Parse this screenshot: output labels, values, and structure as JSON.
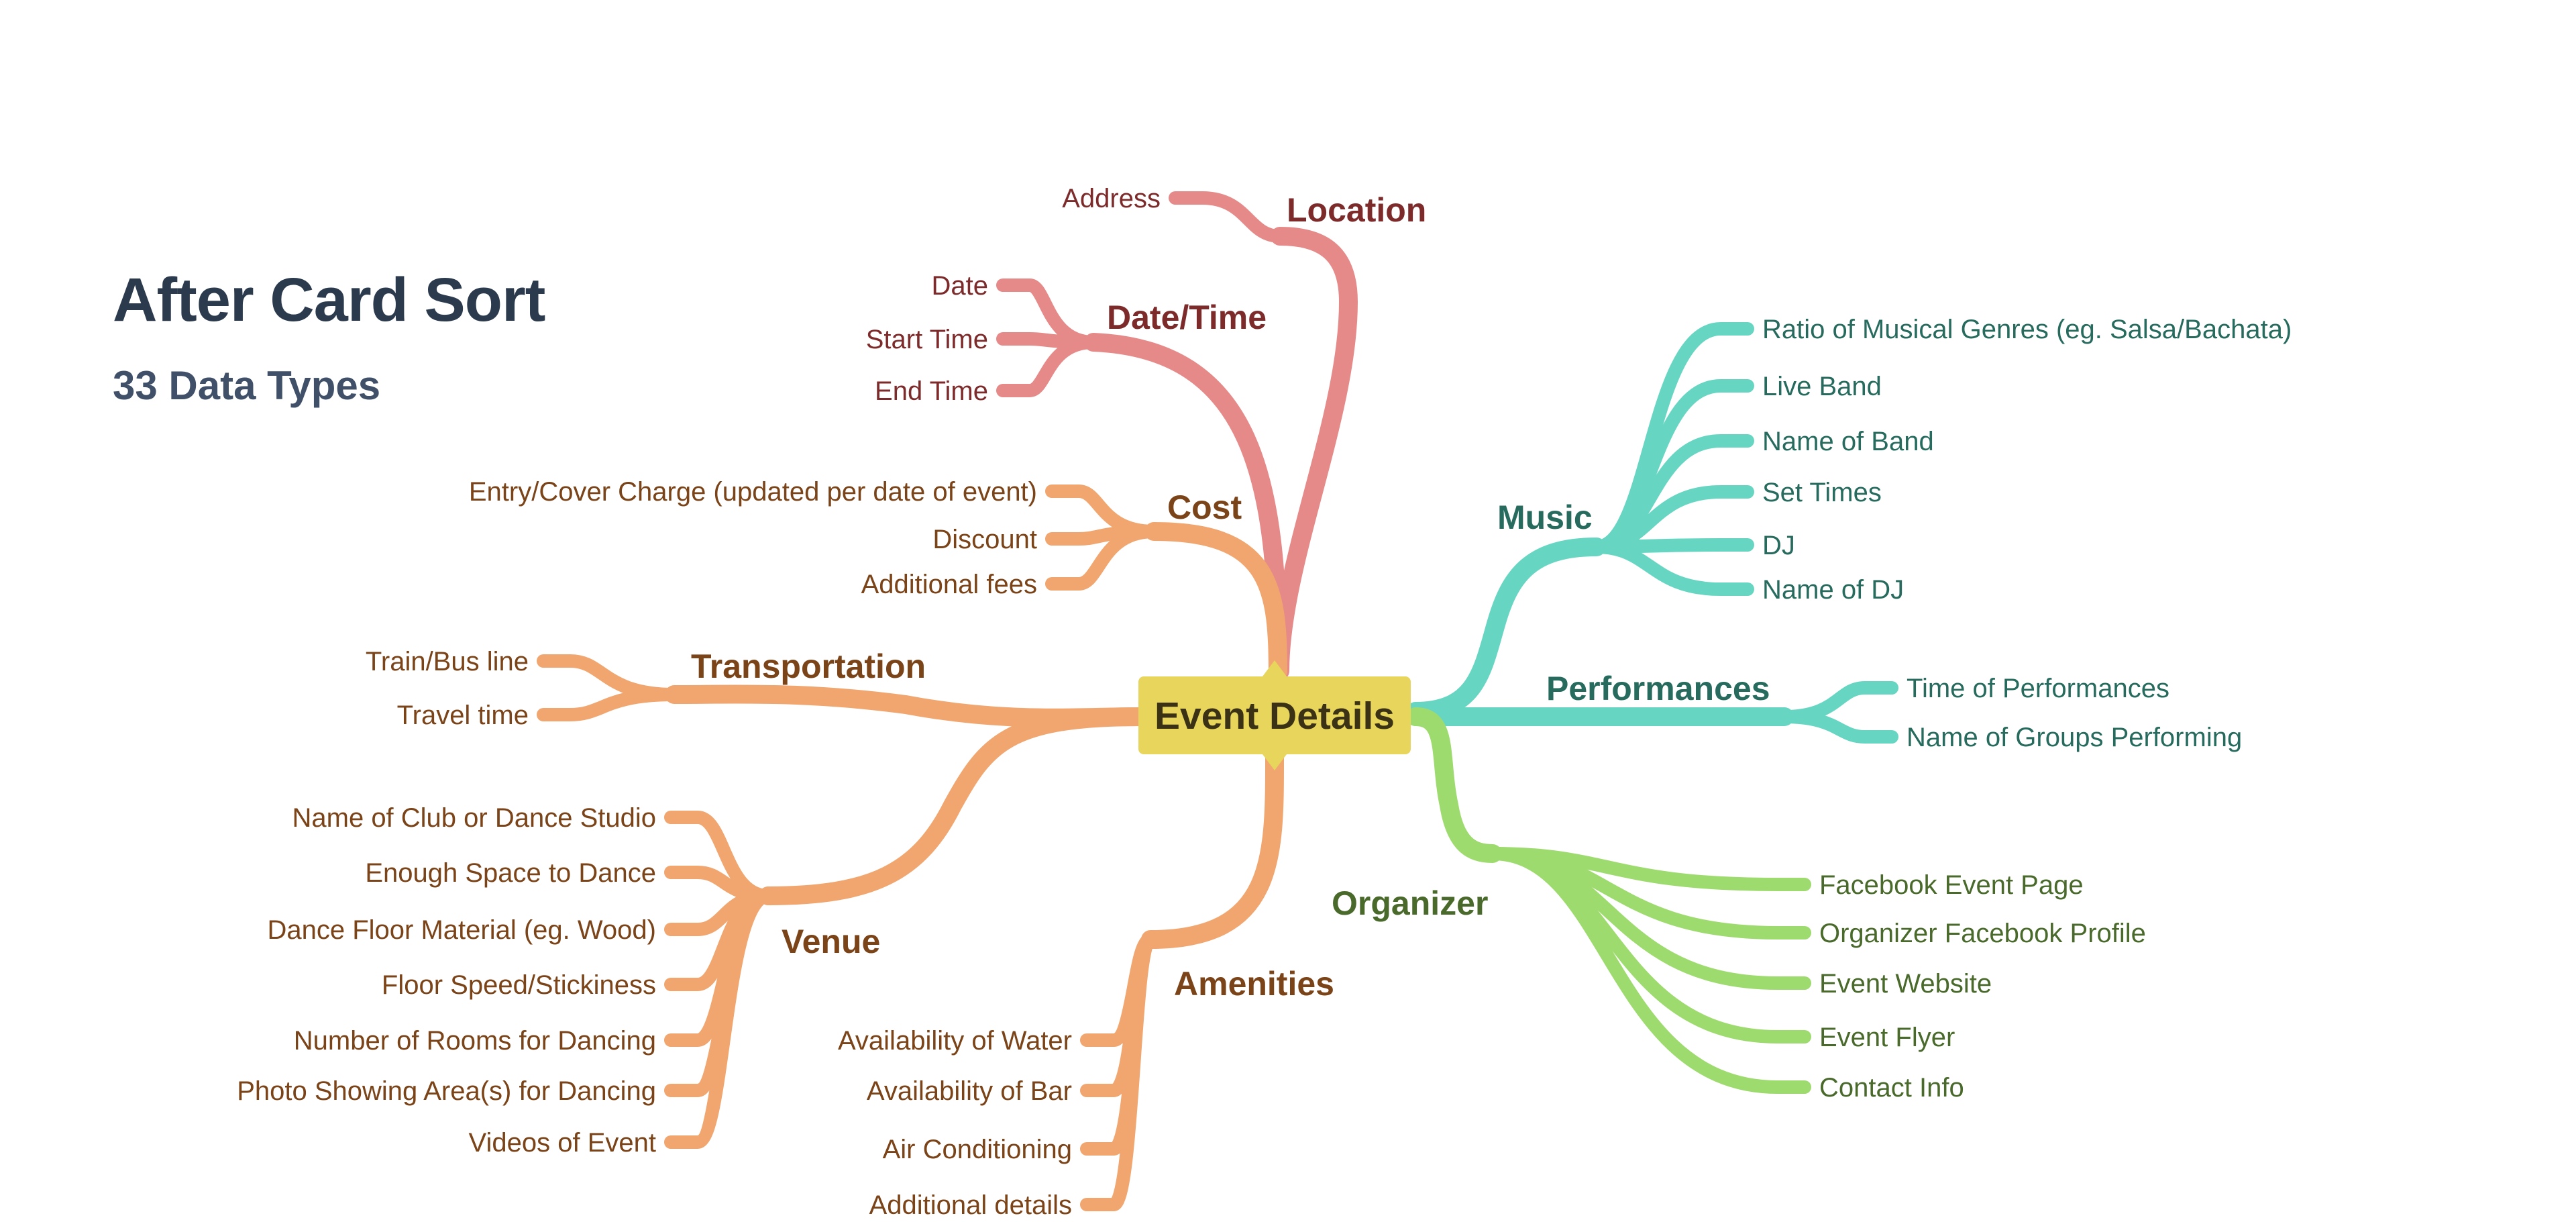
{
  "header": {
    "title": "After Card Sort",
    "subtitle": "33 Data Types"
  },
  "root": {
    "label": "Event Details",
    "color": "#e8d55c"
  },
  "branches": [
    {
      "id": "location",
      "label": "Location",
      "color": "#e58a88",
      "textColor": "#7d2a2a",
      "items": [
        "Address"
      ]
    },
    {
      "id": "datetime",
      "label": "Date/Time",
      "color": "#e58a88",
      "textColor": "#7d2a2a",
      "items": [
        "Date",
        "Start Time",
        "End Time"
      ]
    },
    {
      "id": "cost",
      "label": "Cost",
      "color": "#f0a66e",
      "textColor": "#7b4318",
      "items": [
        "Entry/Cover Charge (updated per date of event)",
        "Discount",
        "Additional fees"
      ]
    },
    {
      "id": "transportation",
      "label": "Transportation",
      "color": "#f0a66e",
      "textColor": "#7b4318",
      "items": [
        "Train/Bus line",
        "Travel time"
      ]
    },
    {
      "id": "venue",
      "label": "Venue",
      "color": "#f0a66e",
      "textColor": "#7b4318",
      "items": [
        "Name of Club or Dance Studio",
        "Enough Space to Dance",
        "Dance Floor Material (eg. Wood)",
        "Floor Speed/Stickiness",
        "Number of Rooms for Dancing",
        "Photo Showing Area(s) for Dancing",
        "Videos of Event"
      ]
    },
    {
      "id": "amenities",
      "label": "Amenities",
      "color": "#f0a66e",
      "textColor": "#7b4318",
      "items": [
        "Availability of Water",
        "Availability of Bar",
        "Air Conditioning",
        "Additional details"
      ]
    },
    {
      "id": "music",
      "label": "Music",
      "color": "#66d6c2",
      "textColor": "#276b5e",
      "items": [
        "Ratio of Musical Genres (eg. Salsa/Bachata)",
        "Live Band",
        "Name of Band",
        "Set Times",
        "DJ",
        "Name of DJ"
      ]
    },
    {
      "id": "performances",
      "label": "Performances",
      "color": "#66d6c2",
      "textColor": "#276b5e",
      "items": [
        "Time of Performances",
        "Name of Groups Performing"
      ]
    },
    {
      "id": "organizer",
      "label": "Organizer",
      "color": "#9edb6e",
      "textColor": "#4a6a2c",
      "items": [
        "Facebook Event Page",
        "Organizer Facebook Profile",
        "Event Website",
        "Event Flyer",
        "Contact Info"
      ]
    }
  ]
}
